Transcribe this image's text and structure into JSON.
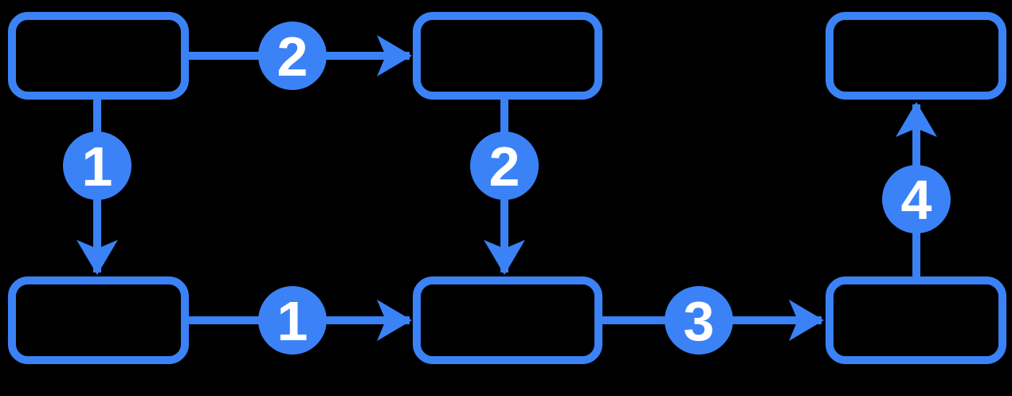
{
  "diagram": {
    "type": "flowchart",
    "background_color": "#000000",
    "accent_color": "#3b82f6",
    "badge_text_color": "#ffffff",
    "nodes": [
      {
        "id": "top-left",
        "label": ""
      },
      {
        "id": "top-middle",
        "label": ""
      },
      {
        "id": "top-right",
        "label": ""
      },
      {
        "id": "bottom-left",
        "label": ""
      },
      {
        "id": "bottom-middle",
        "label": ""
      },
      {
        "id": "bottom-right",
        "label": ""
      }
    ],
    "edges": [
      {
        "from": "top-left",
        "to": "bottom-left",
        "label": "1",
        "direction": "down"
      },
      {
        "from": "top-left",
        "to": "top-middle",
        "label": "2",
        "direction": "right"
      },
      {
        "from": "top-middle",
        "to": "bottom-middle",
        "label": "2",
        "direction": "down"
      },
      {
        "from": "bottom-left",
        "to": "bottom-middle",
        "label": "1",
        "direction": "right"
      },
      {
        "from": "bottom-middle",
        "to": "bottom-right",
        "label": "3",
        "direction": "right"
      },
      {
        "from": "bottom-right",
        "to": "top-right",
        "label": "4",
        "direction": "up"
      }
    ]
  }
}
